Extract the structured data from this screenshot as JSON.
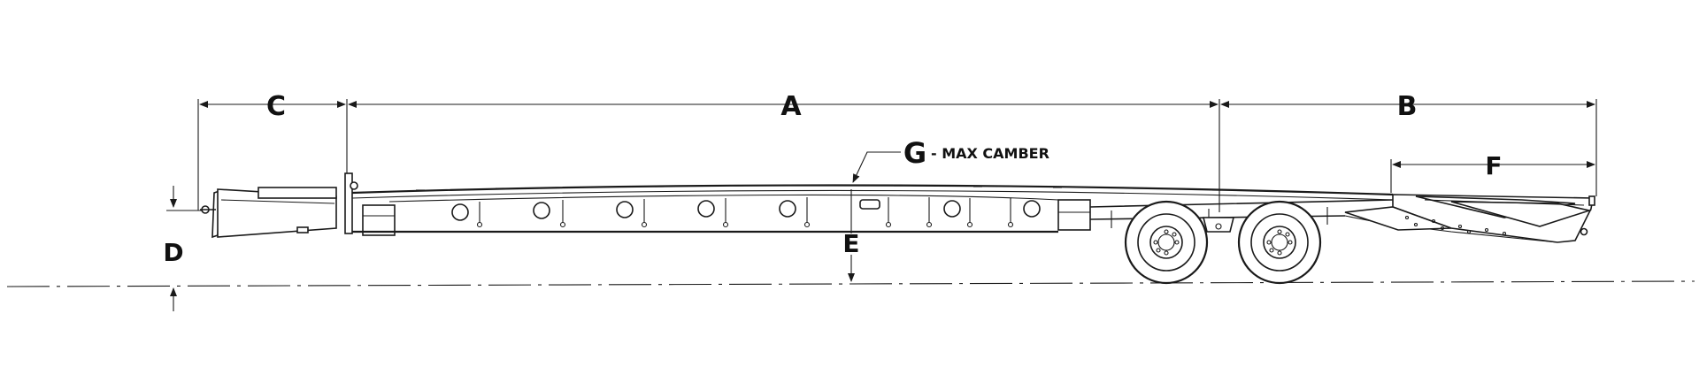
{
  "dimension_labels": {
    "A": "A",
    "B": "B",
    "C": "C",
    "D": "D",
    "E": "E",
    "F": "F",
    "G": "G"
  },
  "notes": {
    "camber": "- MAX CAMBER"
  },
  "tire_sidewall_text": "",
  "colors": {
    "line": "#1a1a1a",
    "background": "#ffffff"
  }
}
